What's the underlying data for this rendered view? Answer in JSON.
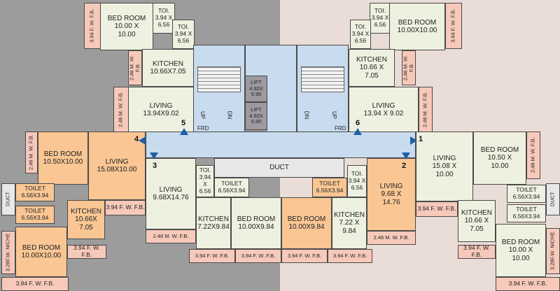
{
  "rooms": {
    "bed_tl": [
      "BED ROOM",
      "10.00 X",
      "10.00"
    ],
    "toi_tl1": [
      "TOI.",
      "3.94 X",
      "6.56"
    ],
    "toi_tl2": [
      "TOI.",
      "3.94 X",
      "6.56"
    ],
    "fb_tl": "3.94 F. W. F.B.",
    "kit_tl": [
      "KITCHEN",
      "10.66X7.05"
    ],
    "mwfb_tl": "2.46 M. W. F.B.",
    "liv_tl": [
      "LIVING",
      "13.94X9.02"
    ],
    "mwfb_tl2": "2.46 M. W. F.B.",
    "bed_tr": [
      "BED ROOM",
      "10.00X10.00"
    ],
    "toi_tr1": [
      "TOI.",
      "3.94 X",
      "6.56"
    ],
    "toi_tr2": [
      "TOI.",
      "3.94 X",
      "6.56"
    ],
    "fb_tr": "3.94 F. W. F.B.",
    "kit_tr": [
      "KITCHEN",
      "10.66 X",
      "7.05"
    ],
    "mwfb_tr": "2.46 M. W. F.B.",
    "liv_tr": [
      "LIVING",
      "13.94 X 9.02"
    ],
    "mwfb_tr2": "2.46 M. W. F.B.",
    "lift1": [
      "LIFT",
      "4.92X",
      "5.90"
    ],
    "lift2": [
      "LIFT",
      "4.92X",
      "5.90"
    ],
    "bed_ml": [
      "BED ROOM",
      "10.50X10.00"
    ],
    "mwfb_ml": "2.46 M. W. F.B.",
    "liv_ml": [
      "LIVING",
      "15.08X10.00"
    ],
    "toilet_l1": [
      "TOILET",
      "6.56X3.94"
    ],
    "toilet_l2": [
      "TOILET",
      "6.56X3.94"
    ],
    "duct_l": "DUCT",
    "kit_ml": [
      "KITCHEN",
      "10.66X",
      "7.05"
    ],
    "fb_ml": "3.94 F. W. F.B.",
    "bed_bl": [
      "BED ROOM",
      "10.00X10.00"
    ],
    "niche_l": "3.28F.W. NICHE",
    "fb_bl": "3.94 F. W. F.B.",
    "fb_bl2": "3.94 F. W. F.B.",
    "liv_cl": [
      "LIVING",
      "9.68X14.76"
    ],
    "toi_cl": [
      "TOI.",
      "3.94 X",
      "6.56"
    ],
    "toilet_cl": [
      "TOILET",
      "6.56X3.94"
    ],
    "duct_c": "DUCT",
    "mwfb_cl": "2.46 M. W. F.B.",
    "kit_cl": [
      "KITCHEN",
      "7.22X9.84"
    ],
    "bed_cl": [
      "BED ROOM",
      "10.00X9.84"
    ],
    "fb_c1": "3.94 F. W. F.B.",
    "fb_c2": "3.94 F. W. F.B.",
    "bed_cr": [
      "BED ROOM",
      "10.00X9.84"
    ],
    "kit_cr": [
      "KITCHEN",
      "7.22 X",
      "9.84"
    ],
    "toilet_cr": [
      "TOILET",
      "6.56X3.94"
    ],
    "toi_cr": [
      "TOI.",
      "3.94 X",
      "6.56"
    ],
    "liv_cr": [
      "LIVING",
      "9.68 X",
      "14.76"
    ],
    "mwfb_cr": "2.46 M. W. F.B.",
    "fb_c3": "3.94 F. W. F.B.",
    "fb_c4": "3.94 F. W. F.B.",
    "liv_mr": [
      "LIVING",
      "15.08 X",
      "10.00"
    ],
    "bed_mr": [
      "BED ROOM",
      "10.50 X",
      "10.00"
    ],
    "mwfb_mr": "2.46 M. W. F.B.",
    "toilet_r1": [
      "TOILET",
      "6.56X3.94"
    ],
    "toilet_r2": [
      "TOILET",
      "6.56X3.94"
    ],
    "duct_r": "DUCT",
    "kit_mr": [
      "KITCHEN",
      "10.66 X",
      "7.05"
    ],
    "fb_mr": "3.94 F. W. F.B.",
    "bed_br": [
      "BED ROOM",
      "10.00 X",
      "10.00"
    ],
    "niche_r": "3.28F.W. NICHE",
    "fb_br": "3.94 F. W. F.B.",
    "fb_br2": "3.94 F. W. F.B."
  },
  "labels": {
    "up1": "UP",
    "dn1": "DN",
    "dn2": "DN",
    "up2": "UP",
    "frd1": "FRD",
    "frd2": "FRD"
  },
  "markers": {
    "m1": "1",
    "m2": "2",
    "m3": "3",
    "m4": "4",
    "m5": "5",
    "m6": "6"
  }
}
